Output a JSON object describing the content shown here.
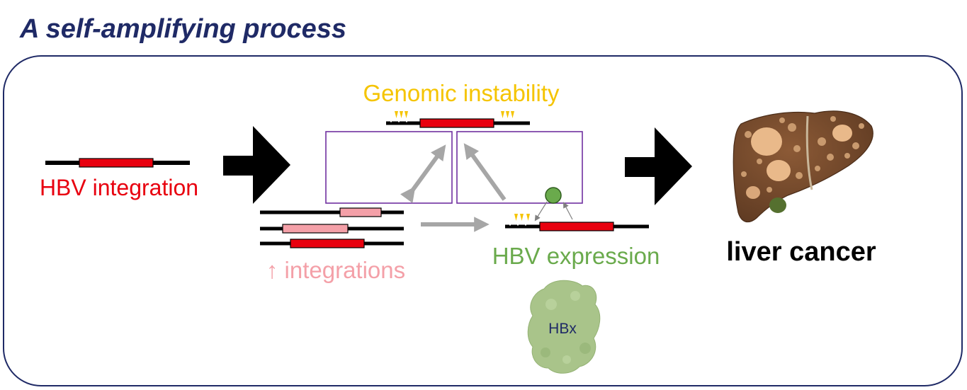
{
  "title": "A self-amplifying process",
  "labels": {
    "hbv_integration": "HBV integration",
    "genomic_instability": "Genomic instability",
    "integrations": "↑ integrations",
    "hbv_expression": "HBV expression",
    "hbx": "HBx",
    "liver_cancer": "liver cancer"
  },
  "colors": {
    "title": "#1f2a66",
    "hbv_red": "#e8000f",
    "instability_yellow": "#f5c400",
    "integration_pink": "#f4a0a8",
    "expression_green": "#6aaa4c",
    "box_purple": "#7030a0",
    "arrow_gray": "#a6a6a6",
    "hbx_green": "#a9c48a",
    "liver_brown": "#7a4a2a"
  }
}
